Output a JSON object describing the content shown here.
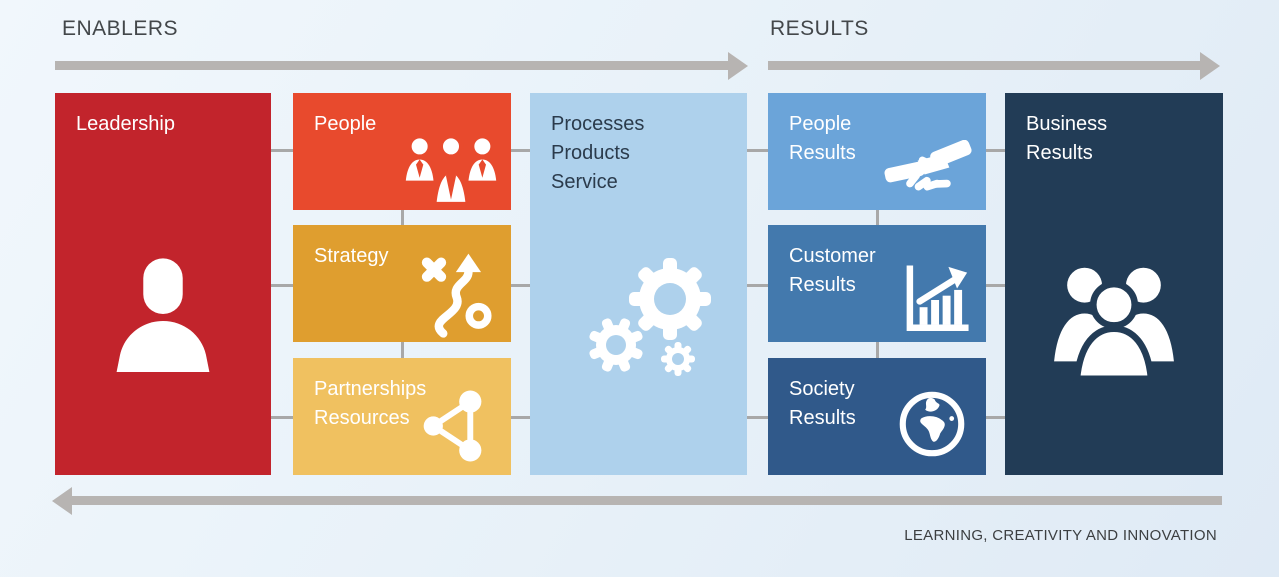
{
  "header": {
    "enablers": {
      "label": "ENABLERS"
    },
    "results": {
      "label": "RESULTS"
    }
  },
  "footer": {
    "label": "LEARNING, CREATIVITY AND INNOVATION"
  },
  "boxes": {
    "leadership": {
      "label": "Leadership",
      "color": "#c2242c",
      "icon": "person-icon"
    },
    "people": {
      "label": "People",
      "color": "#e84a2d",
      "icon": "team-icon"
    },
    "strategy": {
      "label": "Strategy",
      "color": "#df9e2f",
      "icon": "strategy-play-icon"
    },
    "partnerships": {
      "label": "Partnerships\nResources",
      "color": "#f0c160",
      "icon": "share-network-icon"
    },
    "processes": {
      "label": "Processes\nProducts\nService",
      "color": "#aed1ec",
      "text_color": "#2b3b4c",
      "icon": "gears-icon"
    },
    "people_results": {
      "label": "People\nResults",
      "color": "#6ba4d9",
      "icon": "handshake-icon"
    },
    "customer_results": {
      "label": "Customer\nResults",
      "color": "#4379ad",
      "icon": "growth-chart-icon"
    },
    "society_results": {
      "label": "Society\nResults",
      "color": "#30598a",
      "icon": "globe-icon"
    },
    "business_results": {
      "label": "Business\nResults",
      "color": "#223c56",
      "icon": "people-group-icon"
    }
  },
  "colors": {
    "arrow": "#b7b4b2",
    "connector": "#a8a8a8",
    "heading_text": "#43474a",
    "background_light": "#f1f7fc",
    "background_dark": "#dfeaf5"
  }
}
